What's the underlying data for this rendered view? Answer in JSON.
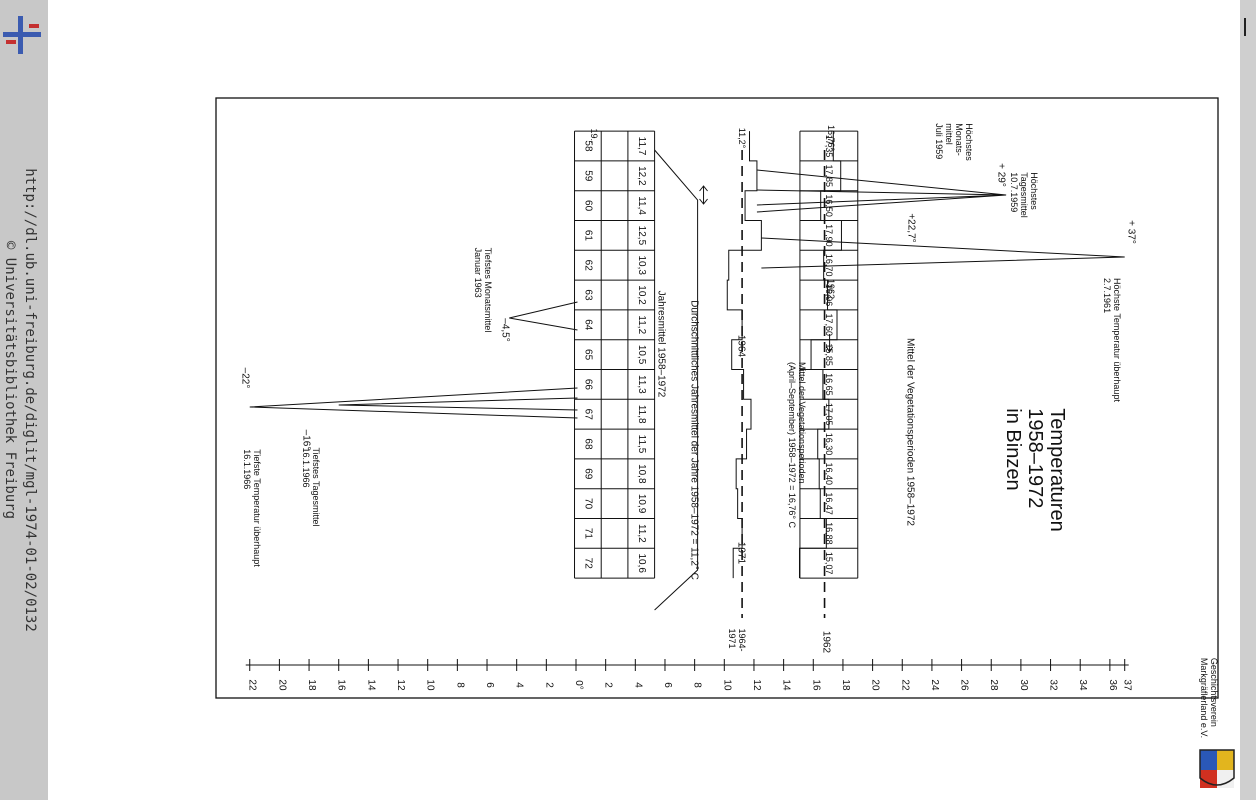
{
  "watermark": {
    "url": "http://dl.ub.uni-freiburg.de/diglit/mgl-1974-01-02/0132",
    "copyright": "© Universitätsbibliothek Freiburg",
    "society_line1": "Geschichtsverein",
    "society_line2": "Markgräflerland e.V."
  },
  "chart_data": {
    "type": "line",
    "title": "Temperaturen 1958–1972 in Binzen",
    "title_lines": [
      "Temperaturen",
      "1958–1972",
      "in Binzen"
    ],
    "axis": {
      "positive_ticks": [
        2,
        4,
        6,
        8,
        10,
        12,
        14,
        16,
        18,
        20,
        22,
        24,
        26,
        28,
        30,
        32,
        34,
        36
      ],
      "negative_ticks": [
        2,
        4,
        6,
        8,
        10,
        12,
        14,
        16,
        18,
        20,
        22
      ],
      "zero_label": "0°",
      "top_label": "37",
      "range": [
        -22,
        37
      ]
    },
    "years": {
      "prefix": "19..",
      "values": [
        "58",
        "59",
        "60",
        "61",
        "62",
        "63",
        "64",
        "65",
        "66",
        "67",
        "68",
        "69",
        "70",
        "71",
        "72"
      ]
    },
    "annual_means": {
      "label": "Jahresmittel 1958–1972",
      "display": [
        "11,7",
        "12,2",
        "11,4",
        "12,5",
        "10,3",
        "10,2",
        "11,2",
        "10,5",
        "11,3",
        "11,8",
        "11,5",
        "10,8",
        "10,9",
        "11,2",
        "10,6"
      ],
      "values": [
        11.7,
        12.2,
        11.4,
        12.5,
        10.3,
        10.2,
        11.2,
        10.5,
        11.3,
        11.8,
        11.5,
        10.8,
        10.9,
        11.2,
        10.6
      ]
    },
    "vegetation_means": {
      "label": "Mittel der Vegetationsperioden 1958–1972",
      "display": [
        "17,35",
        "17,85",
        "16,50",
        "17,90",
        "16,70",
        "16,96",
        "17,60",
        "15,85",
        "16,65",
        "17,05",
        "16,30",
        "16,40",
        "16,47",
        "16,88",
        "15,07"
      ],
      "values": [
        17.35,
        17.85,
        16.5,
        17.9,
        16.7,
        16.96,
        17.6,
        15.85,
        16.65,
        17.05,
        16.3,
        16.4,
        16.47,
        16.88,
        15.07
      ]
    },
    "reference_lines": {
      "annual_avg": {
        "value": 11.2,
        "label": "Durchschnittliches Jahresmittel der Jahre 1958–1972 = 11,2° C",
        "left_label": "11,2°"
      },
      "vegetation_avg": {
        "value": 16.76,
        "label_lines": [
          "Mittel der Vegetationsperioden",
          "(April–September) 1958–1972 = 16,76° C"
        ],
        "left_label": "16,76°"
      }
    },
    "right_markers": {
      "marker_1962": "1962",
      "marker_1964_1971": "1964-\n1971"
    },
    "inline_year_labels": {
      "y1962": "1962",
      "y1964": "1964",
      "y1971": "1971"
    },
    "extremes": [
      {
        "value": 37,
        "label": "+ 37°",
        "note_lines": [
          "Höchste Temperatur überhaupt",
          "2.7.1961"
        ]
      },
      {
        "value": 29,
        "label": "+ 29°",
        "note_lines": [
          "Höchstes",
          "Tagesmittel",
          "10.7.1959"
        ]
      },
      {
        "value": 22.7,
        "label": "+22,7°",
        "note_lines": [
          "Höchstes",
          "Monats-",
          "mittel",
          "Juli 1959"
        ]
      },
      {
        "value": -4.5,
        "label": "–4,5°",
        "note_lines": [
          "Tiefstes Monatsmittel",
          "Januar 1963"
        ]
      },
      {
        "value": -16,
        "label": "–16°",
        "note_lines": [
          "Tiefstes Tagesmittel",
          "16.1.1966"
        ]
      },
      {
        "value": -22,
        "label": "–22°",
        "note_lines": [
          "Tiefste Temperatur überhaupt",
          "16.1.1966"
        ]
      }
    ]
  }
}
